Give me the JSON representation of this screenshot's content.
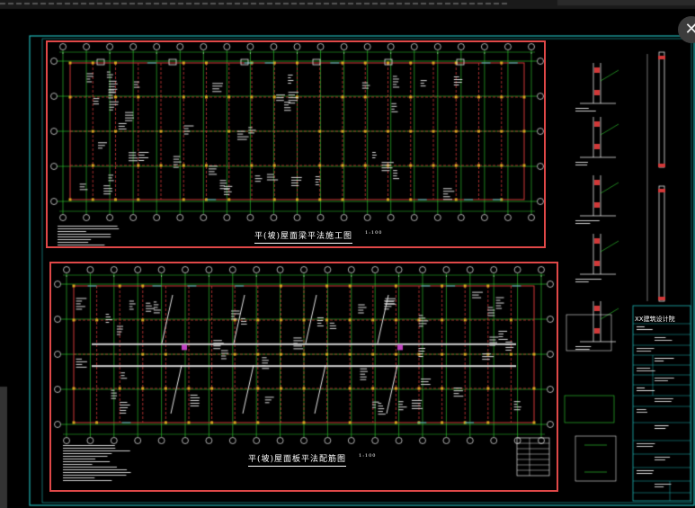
{
  "drawing": {
    "top_plan_title": "平(坡)屋面梁平法施工图",
    "bottom_plan_title": "平(坡)屋面板平法配筋图",
    "top_plan_scale": "1:100",
    "bottom_plan_scale": "1:100",
    "title_block_header": "XX建筑设计院",
    "highlight_color": "#e04848",
    "frame_color": "#1fb5b5",
    "grid_color": "#33d633",
    "beam_color": "#d23838",
    "column_color": "#d9a520",
    "axis_bubble_color": "#d9d9d9"
  },
  "controls": {
    "close_label": "✕"
  }
}
